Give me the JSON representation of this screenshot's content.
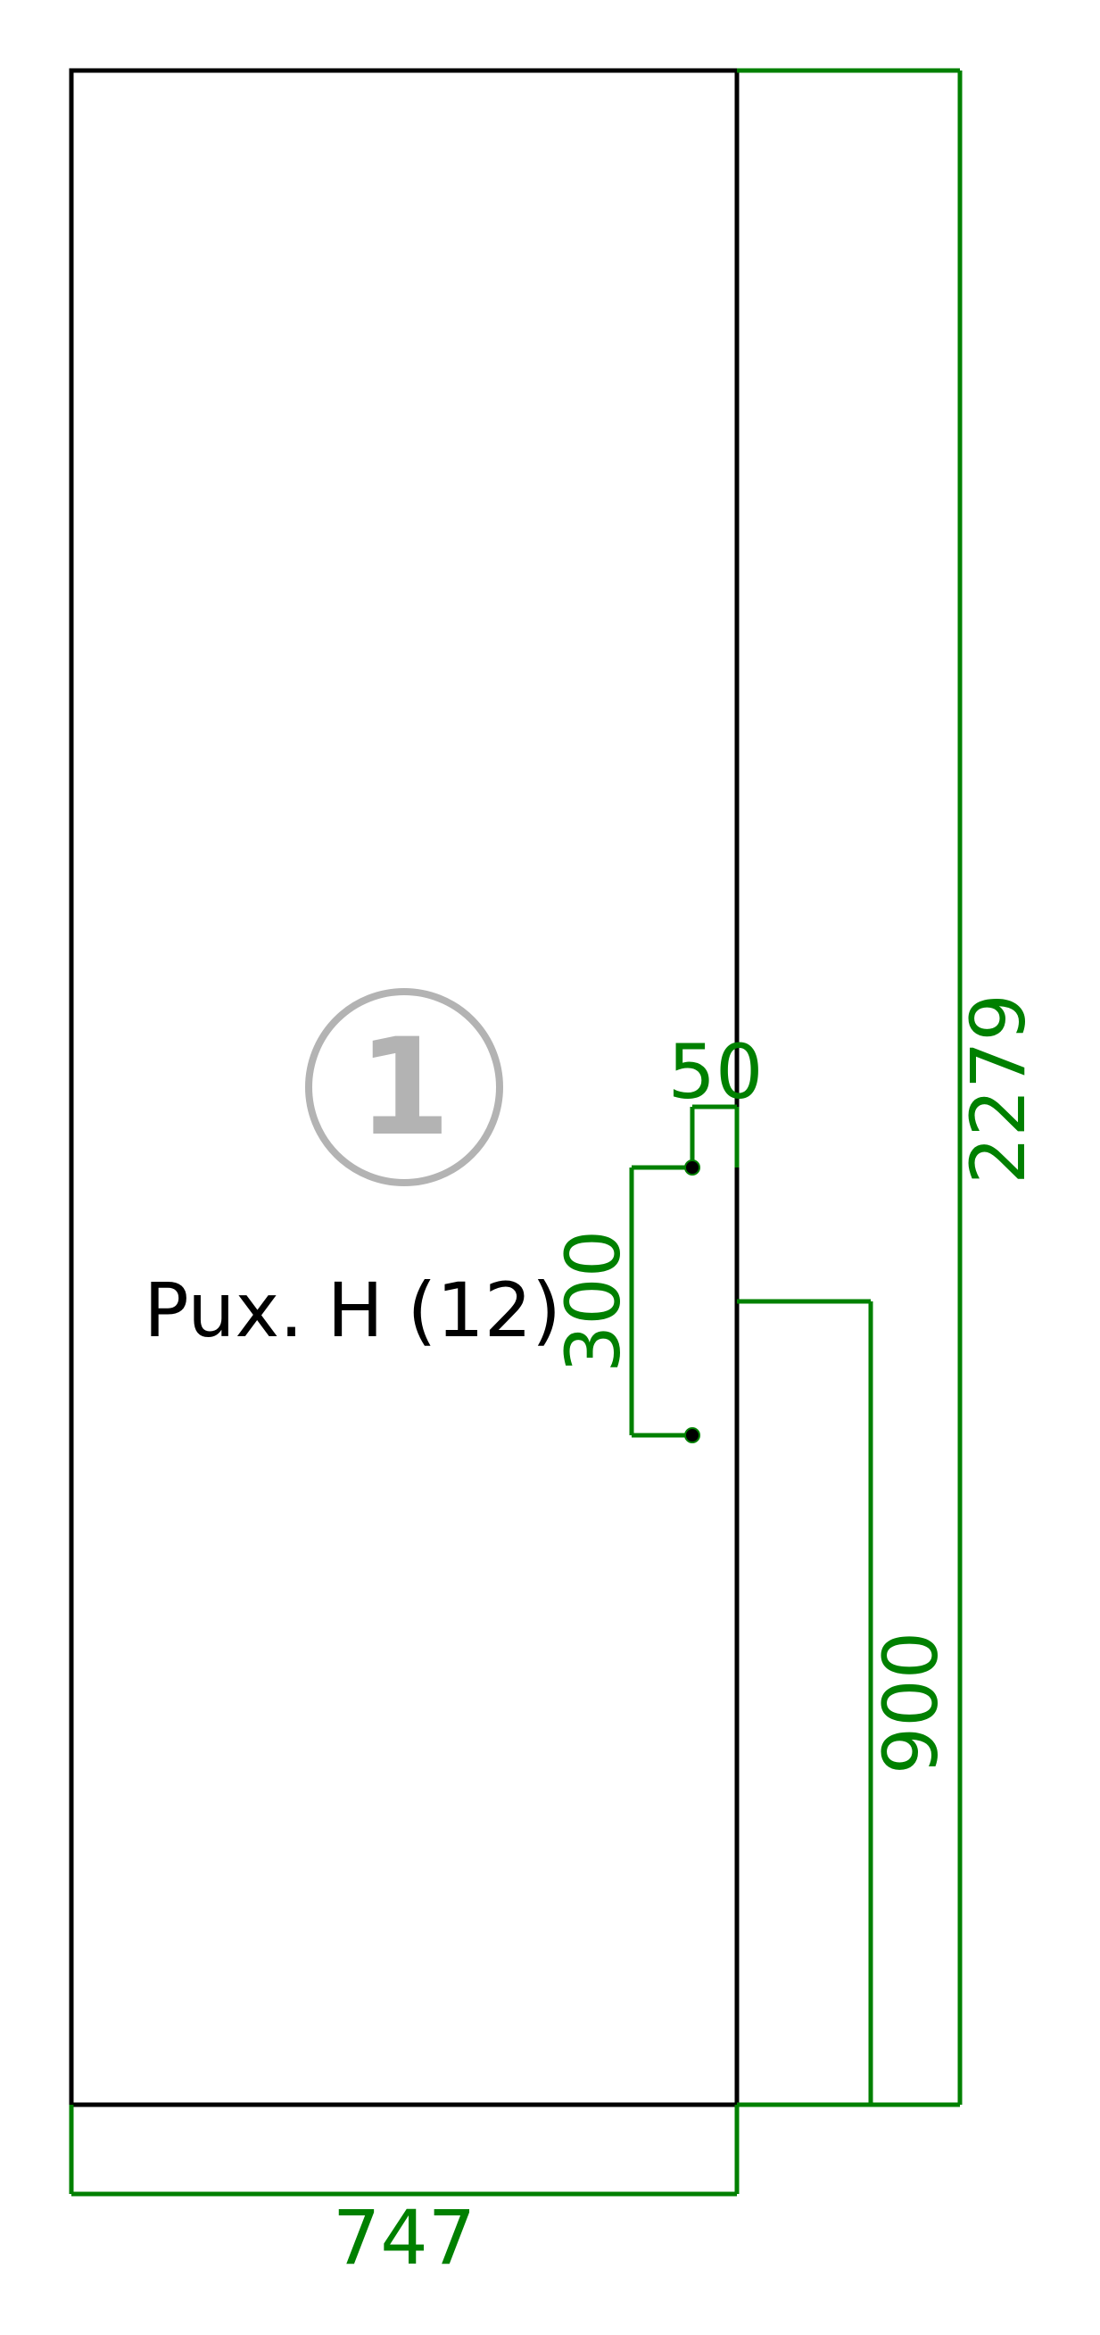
{
  "panel": {
    "label": "Pux. H (12)",
    "marker_number": "1"
  },
  "dimensions": {
    "width": "747",
    "height": "2279",
    "hinge_spacing": "300",
    "hinge_offset": "50",
    "height_from_bottom": "900"
  },
  "colors": {
    "outline": "#000000",
    "dimension": "#008000",
    "marker": "#b3b3b3"
  }
}
